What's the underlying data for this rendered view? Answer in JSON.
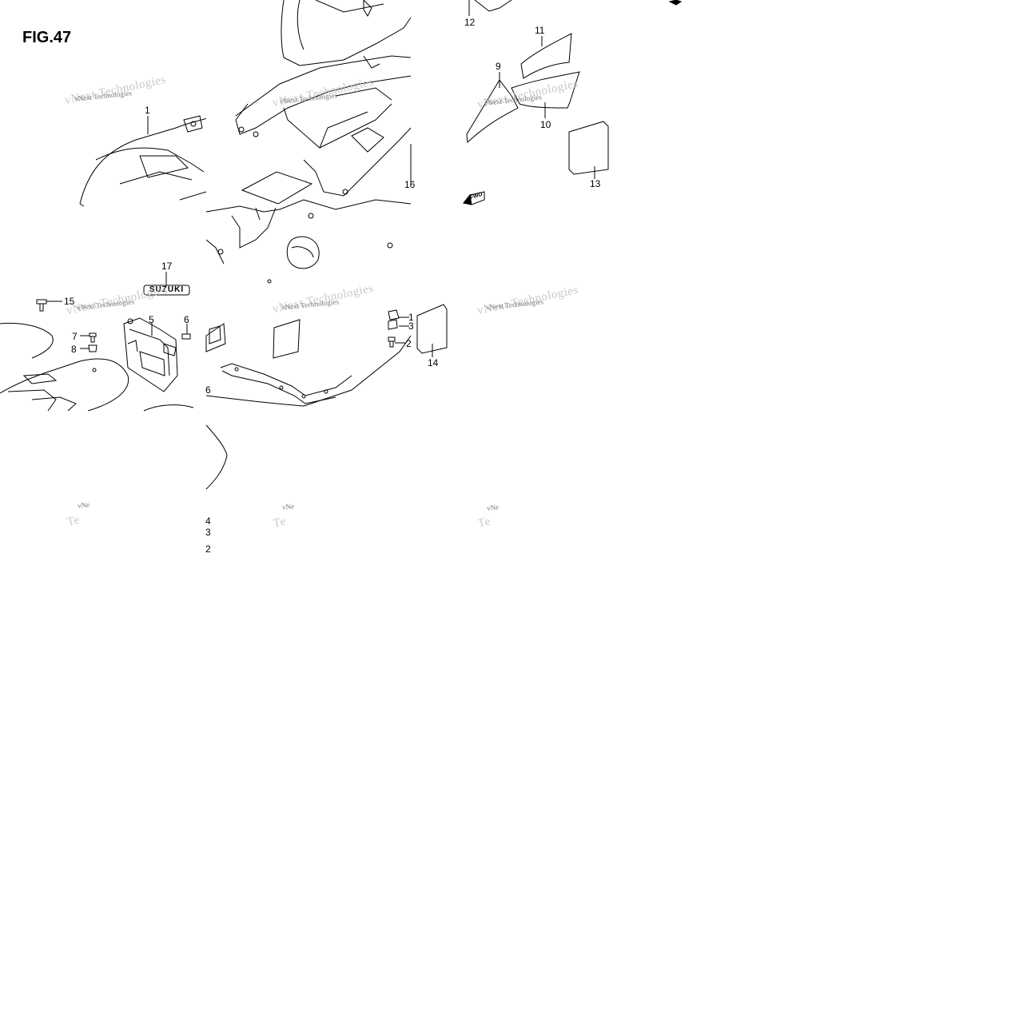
{
  "figure": {
    "title": "FIG.47"
  },
  "callouts": {
    "c1": "1",
    "c2": "2",
    "c3": "3",
    "c5": "5",
    "c6": "6",
    "c7": "7",
    "c8": "8",
    "c9": "9",
    "c10": "10",
    "c11": "11",
    "c12": "12",
    "c13": "13",
    "c14": "14",
    "c15": "15",
    "c16": "16",
    "c17": "17",
    "cut4": "4",
    "cut3": "3",
    "cut2": "2",
    "cut1": "1",
    "cut6": "6"
  },
  "emblem": {
    "text": "SUZUKI"
  },
  "fwd_label": "FWD",
  "watermark": {
    "line1": "vNext Technologies",
    "line2": "Technologies",
    "fragment": "vNe",
    "ghost_fragment": "Te"
  }
}
